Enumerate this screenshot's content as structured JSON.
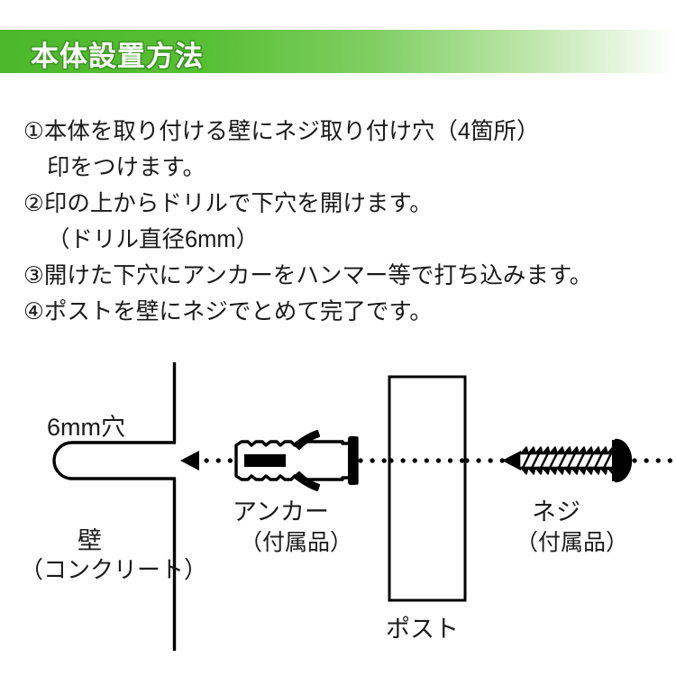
{
  "header": {
    "title": "本体設置方法",
    "bar_color_start": "#4cb82c",
    "bar_color_end": "#ffffff",
    "text_color": "#ffffff"
  },
  "instructions": [
    {
      "text": "①本体を取り付ける壁にネジ取り付け穴（4箇所）",
      "indent": false
    },
    {
      "text": "印をつけます。",
      "indent": true
    },
    {
      "text": "②印の上からドリルで下穴を開けます。",
      "indent": false
    },
    {
      "text": "（ドリル直径6mm）",
      "indent": true
    },
    {
      "text": "③開けた下穴にアンカーをハンマー等で打ち込みます。",
      "indent": false
    },
    {
      "text": "④ポストを壁にネジでとめて完了です。",
      "indent": false
    }
  ],
  "diagram": {
    "labels": {
      "hole": "6mm穴",
      "wall": "壁",
      "wall_material": "（コンクリート）",
      "anchor": "アンカー",
      "anchor_note": "（付属品）",
      "screw": "ネジ",
      "screw_note": "（付属品）",
      "post": "ポスト"
    },
    "line_color": "#000000",
    "parts": [
      "wall",
      "drilled-hole",
      "anchor",
      "post",
      "screw",
      "assembly-arrow"
    ]
  }
}
